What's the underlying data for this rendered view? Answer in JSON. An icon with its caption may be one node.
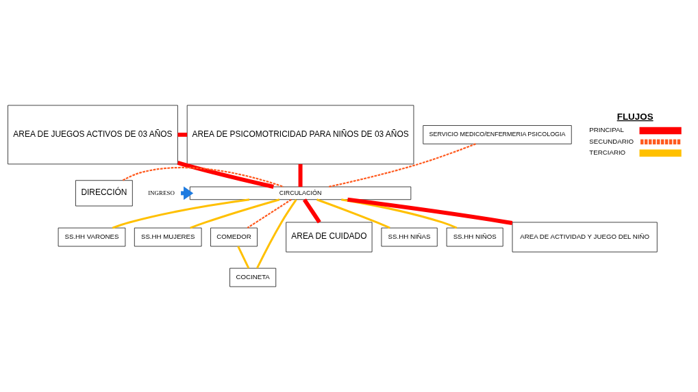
{
  "diagram": {
    "nodes": [
      {
        "text": [
          "AREA DE JUEGOS ACTIVOS DE 03 AÑOS"
        ]
      },
      {
        "text": [
          "AREA DE PSICOMOTRICIDAD PARA NIÑOS DE 03 AÑOS"
        ]
      },
      {
        "text": [
          "SERVICIO MEDICO/ENFERMERIA PSICOLOGIA"
        ]
      },
      {
        "text": [
          "DIRECCIÓN"
        ]
      },
      {
        "text": [
          "CIRCULACIÓN"
        ]
      },
      {
        "text": [
          "SS.HH VARONES"
        ]
      },
      {
        "text": [
          "SS.HH MUJERES"
        ]
      },
      {
        "text": [
          "COMEDOR"
        ]
      },
      {
        "text": [
          "COCINETA"
        ]
      },
      {
        "text": [
          "AREA DE CUIDADO"
        ]
      },
      {
        "text": [
          "SS.HH NIÑAS"
        ]
      },
      {
        "text": [
          "SS.HH NIÑOS"
        ]
      },
      {
        "text": [
          "AREA DE ACTIVIDAD Y JUEGO DEL NIÑO"
        ]
      },
      {
        "text": [
          "INGRESO"
        ]
      }
    ],
    "edges": [
      {
        "from": 0,
        "to": 1,
        "arrow": "none",
        "style": "thick",
        "color": "#ff0000"
      },
      {
        "from": 0,
        "to": 4,
        "arrow": "none",
        "style": "thick",
        "color": "#ff0000"
      },
      {
        "from": 1,
        "to": 4,
        "arrow": "none",
        "style": "thick",
        "color": "#ff0000"
      },
      {
        "from": 2,
        "to": 4,
        "arrow": "none",
        "style": "dashed",
        "color": "#ff5a1f"
      },
      {
        "from": 3,
        "to": 4,
        "arrow": "none",
        "style": "dashed",
        "color": "#ff5a1f"
      },
      {
        "from": 4,
        "to": 5,
        "arrow": "none"
      },
      {
        "from": 4,
        "to": 6,
        "arrow": "none"
      },
      {
        "from": 4,
        "to": 8,
        "arrow": "none"
      },
      {
        "from": 4,
        "to": 7,
        "arrow": "none",
        "style": "dashed",
        "color": "#ff5a1f"
      },
      {
        "from": 7,
        "to": 8,
        "arrow": "none"
      },
      {
        "from": 4,
        "to": 9,
        "arrow": "none",
        "style": "thick",
        "color": "#ff0000"
      },
      {
        "from": 4,
        "to": 10,
        "arrow": "none"
      },
      {
        "from": 4,
        "to": 11,
        "arrow": "none"
      },
      {
        "from": 4,
        "to": 12,
        "arrow": "none",
        "style": "thick",
        "color": "#ff0000"
      },
      {
        "from": 13,
        "to": 4,
        "arrow": "to",
        "style": "thick",
        "color": "#1e7be0"
      }
    ],
    "labels": [
      "FLUJOS"
    ],
    "legend": [
      {
        "text": "PRINCIPAL"
      },
      {
        "text": "SECUNDARIO"
      },
      {
        "text": "TERCIARIO"
      }
    ]
  }
}
